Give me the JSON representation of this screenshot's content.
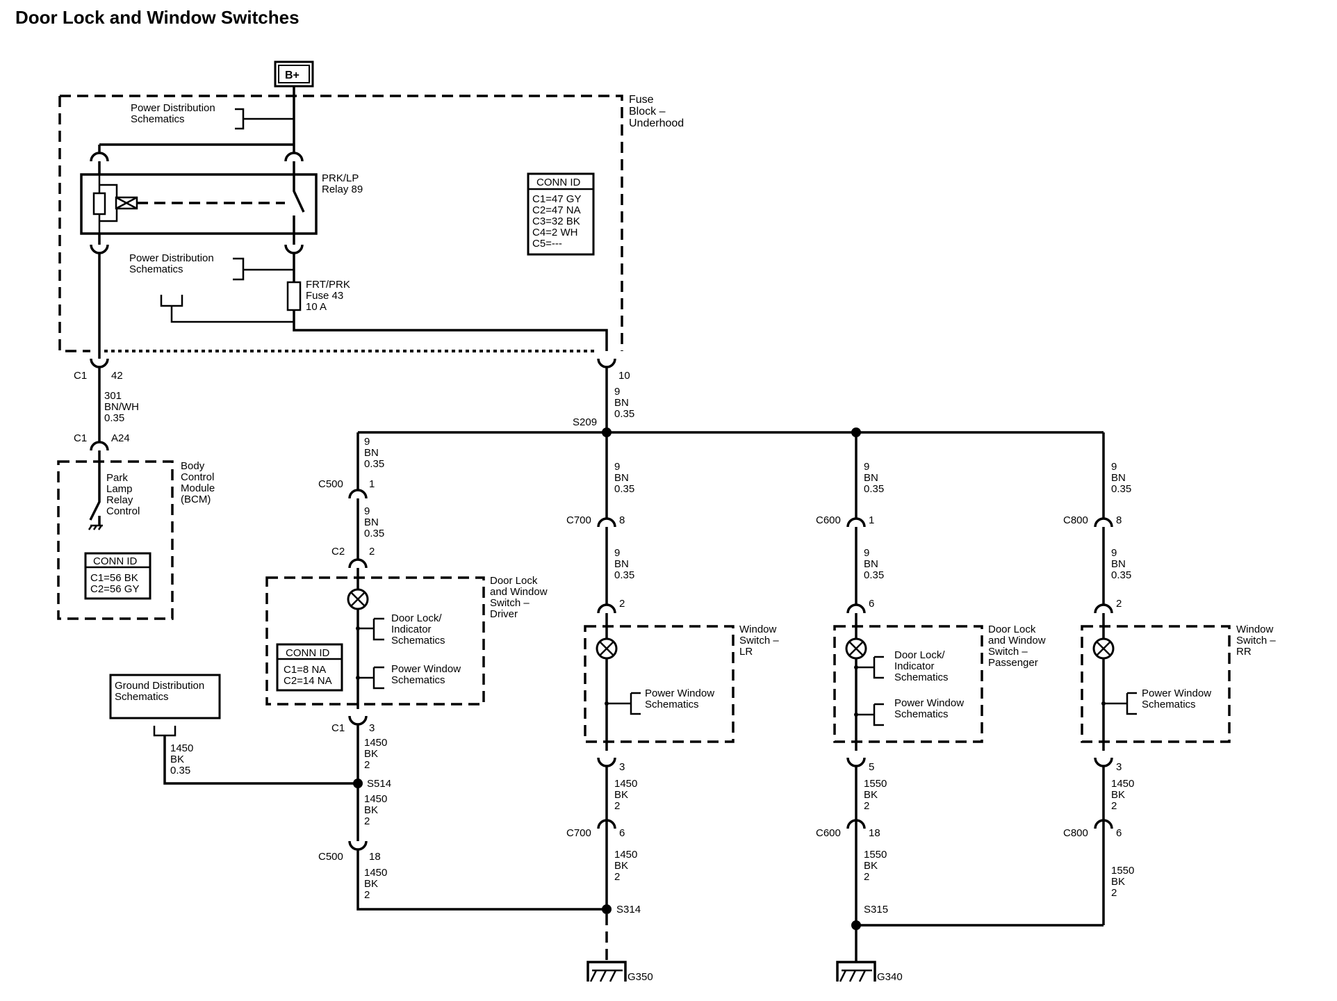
{
  "title": "Door Lock and Window Switches",
  "battery": "B+",
  "fuse_block": {
    "label": [
      "Fuse",
      "Block –",
      "Underhood"
    ],
    "power_dist_1": [
      "Power Distribution",
      "Schematics"
    ],
    "power_dist_2": [
      "Power Distribution",
      "Schematics"
    ],
    "relay": [
      "PRK/LP",
      "Relay 89"
    ],
    "fuse": [
      "FRT/PRK",
      "Fuse 43",
      "10 A"
    ],
    "conn_id": {
      "header": "CONN ID",
      "rows": [
        "C1=47 GY",
        "C2=47 NA",
        "C3=32 BK",
        "C4=2 WH",
        "C5=---"
      ]
    }
  },
  "bcm": {
    "label": [
      "Body",
      "Control",
      "Module",
      "(BCM)"
    ],
    "control": [
      "Park",
      "Lamp",
      "Relay",
      "Control"
    ],
    "conn_id": {
      "header": "CONN ID",
      "rows": [
        "C1=56 BK",
        "C2=56 GY"
      ]
    }
  },
  "ground_dist": [
    "Ground Distribution",
    "Schematics"
  ],
  "driver_switch": {
    "label": [
      "Door Lock",
      "and Window",
      "Switch –",
      "Driver"
    ],
    "door_lock": [
      "Door Lock/",
      "Indicator",
      "Schematics"
    ],
    "power_window": [
      "Power Window",
      "Schematics"
    ],
    "conn_id": {
      "header": "CONN ID",
      "rows": [
        "C1=8 NA",
        "C2=14 NA"
      ]
    }
  },
  "lr_switch": {
    "label": [
      "Window",
      "Switch –",
      "LR"
    ],
    "power_window": [
      "Power Window",
      "Schematics"
    ]
  },
  "passenger_switch": {
    "label": [
      "Door Lock",
      "and Window",
      "Switch –",
      "Passenger"
    ],
    "door_lock": [
      "Door Lock/",
      "Indicator",
      "Schematics"
    ],
    "power_window": [
      "Power Window",
      "Schematics"
    ]
  },
  "rr_switch": {
    "label": [
      "Window",
      "Switch –",
      "RR"
    ],
    "power_window": [
      "Power Window",
      "Schematics"
    ]
  },
  "connectors": {
    "c1_top": "C1",
    "c1_top_pin": "42",
    "fb_pin10": "10",
    "c1_bcm": "C1",
    "c1_bcm_pin": "A24",
    "c500_top": "C500",
    "c500_top_pin": "1",
    "c2_drv": "C2",
    "c2_drv_pin": "2",
    "c1_drv": "C1",
    "c1_drv_pin": "3",
    "c500_bot": "C500",
    "c500_bot_pin": "18",
    "c700_top": "C700",
    "c700_top_pin": "8",
    "lr_top_pin": "2",
    "lr_bot_pin": "3",
    "c700_bot": "C700",
    "c700_bot_pin": "6",
    "c600_top": "C600",
    "c600_top_pin": "1",
    "pass_top_pin": "6",
    "pass_bot_pin": "5",
    "c600_bot": "C600",
    "c600_bot_pin": "18",
    "c800_top": "C800",
    "c800_top_pin": "8",
    "rr_top_pin": "2",
    "rr_bot_pin": "3",
    "c800_bot": "C800",
    "c800_bot_pin": "6"
  },
  "splices": {
    "s209": "S209",
    "s514": "S514",
    "s314": "S314",
    "s315": "S315"
  },
  "grounds": {
    "g350": "G350",
    "g340": "G340"
  },
  "wires": {
    "w301": [
      "301",
      "BN/WH",
      "0.35"
    ],
    "w9_fb": [
      "9",
      "BN",
      "0.35"
    ],
    "w9_drv_a": [
      "9",
      "BN",
      "0.35"
    ],
    "w9_drv_b": [
      "9",
      "BN",
      "0.35"
    ],
    "w9_lr_a": [
      "9",
      "BN",
      "0.35"
    ],
    "w9_lr_b": [
      "9",
      "BN",
      "0.35"
    ],
    "w9_pass_a": [
      "9",
      "BN",
      "0.35"
    ],
    "w9_pass_b": [
      "9",
      "BN",
      "0.35"
    ],
    "w9_rr_a": [
      "9",
      "BN",
      "0.35"
    ],
    "w9_rr_b": [
      "9",
      "BN",
      "0.35"
    ],
    "w1450_gnd": [
      "1450",
      "BK",
      "0.35"
    ],
    "w1450_drv_a": [
      "1450",
      "BK",
      "2"
    ],
    "w1450_drv_b": [
      "1450",
      "BK",
      "2"
    ],
    "w1450_drv_c": [
      "1450",
      "BK",
      "2"
    ],
    "w1450_lr_a": [
      "1450",
      "BK",
      "2"
    ],
    "w1450_lr_b": [
      "1450",
      "BK",
      "2"
    ],
    "w1550_pass_a": [
      "1550",
      "BK",
      "2"
    ],
    "w1550_pass_b": [
      "1550",
      "BK",
      "2"
    ],
    "w1450_rr_a": [
      "1450",
      "BK",
      "2"
    ],
    "w1550_rr_b": [
      "1550",
      "BK",
      "2"
    ]
  }
}
